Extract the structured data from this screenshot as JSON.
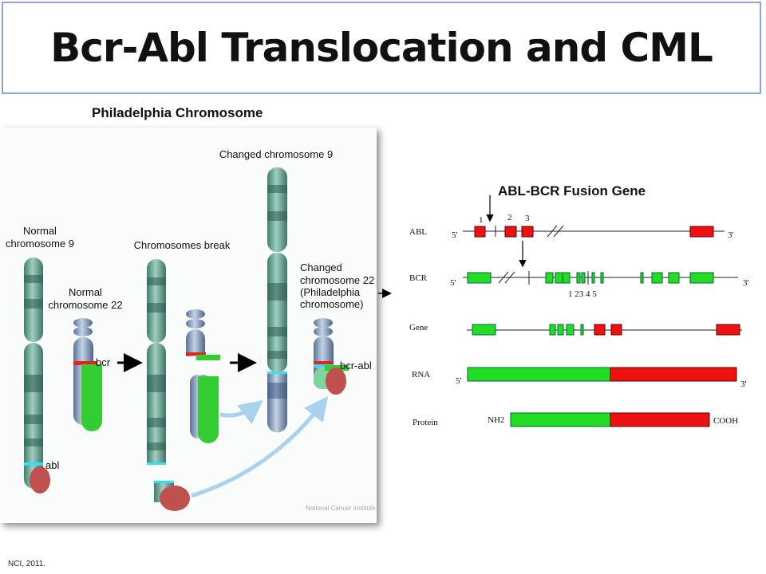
{
  "slide": {
    "title": "Bcr-Abl Translocation and CML",
    "left_heading": "Philadelphia Chromosome",
    "right_heading": "ABL-BCR Fusion Gene",
    "citation": "NCI, 2011."
  },
  "chromosome_figure": {
    "normal_chr9": [
      "Normal",
      "chromosome 9"
    ],
    "normal_chr22": [
      "Normal",
      "chromosome 22"
    ],
    "break": "Chromosomes break",
    "changed_chr9": "Changed chromosome 9",
    "changed_chr22": [
      "Changed",
      "chromosome 22",
      "(Philadelphia",
      "chromosome)"
    ],
    "abl": "abl",
    "bcr": "bcr",
    "bcr_abl": "bcr-abl",
    "watermark": "National Cancer Institute"
  },
  "gene_diagram": {
    "rows": {
      "abl": "ABL",
      "bcr": "BCR",
      "gene": "Gene",
      "rna": "RNA",
      "protein": "Protein"
    },
    "five_prime": "5'",
    "three_prime": "3'",
    "abl_exons": [
      "1",
      "2",
      "3"
    ],
    "bcr_exons": "1 23 4 5",
    "nh2": "NH2",
    "cooh": "COOH"
  },
  "colors": {
    "bcr_green": "#22dd22",
    "abl_red": "#ee1111",
    "fusion_circle": "#c0504d"
  }
}
